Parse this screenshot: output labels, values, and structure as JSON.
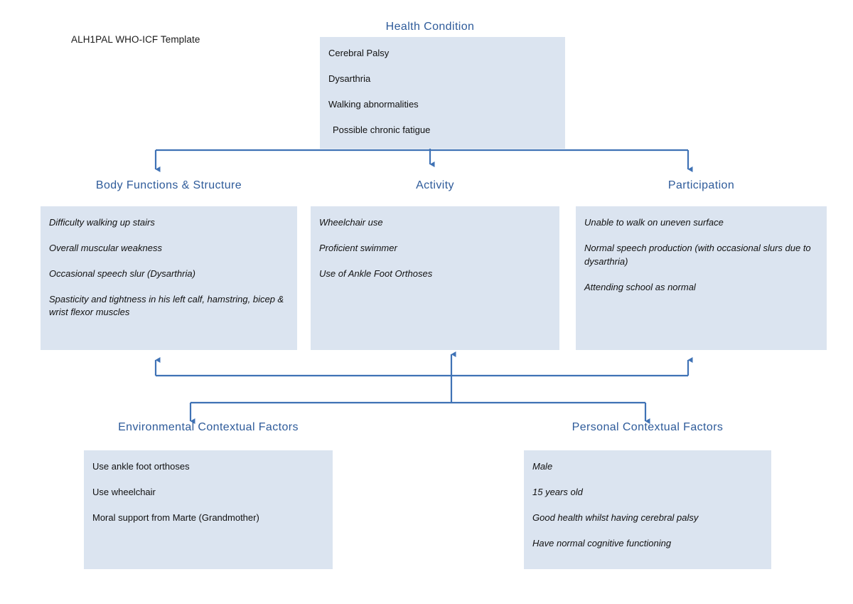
{
  "document": {
    "title": "ALH1PAL WHO-ICF Template",
    "accent_color": "#2e5b9a",
    "panel_fill": "#dbe4f0",
    "connector_color": "#3f72b5",
    "text_color": "#111111"
  },
  "sections": {
    "health_condition": {
      "heading": "Health Condition",
      "items": [
        "Cerebral Palsy",
        "Dysarthria",
        "Walking abnormalities",
        "Possible chronic fatigue"
      ]
    },
    "body_functions": {
      "heading": "Body Functions & Structure",
      "items": [
        "Difficulty walking up stairs",
        "Overall muscular weakness",
        "Occasional speech slur (Dysarthria)",
        "Spasticity and tightness in his left calf, hamstring, bicep & wrist flexor muscles"
      ]
    },
    "activity": {
      "heading": "Activity",
      "items": [
        "Wheelchair use",
        "Proficient swimmer",
        "Use of Ankle Foot Orthoses"
      ]
    },
    "participation": {
      "heading": "Participation",
      "items": [
        "Unable to walk on uneven surface",
        "Normal speech production (with occasional slurs due to dysarthria)",
        "Attending school as normal"
      ]
    },
    "environmental_factors": {
      "heading": "Environmental Contextual Factors",
      "items": [
        "Use ankle foot orthoses",
        "Use wheelchair",
        "Moral support from Marte (Grandmother)"
      ]
    },
    "personal_factors": {
      "heading": "Personal Contextual Factors",
      "items": [
        "Male",
        "15 years old",
        "Good health whilst having cerebral palsy",
        "Have normal cognitive functioning"
      ]
    }
  }
}
